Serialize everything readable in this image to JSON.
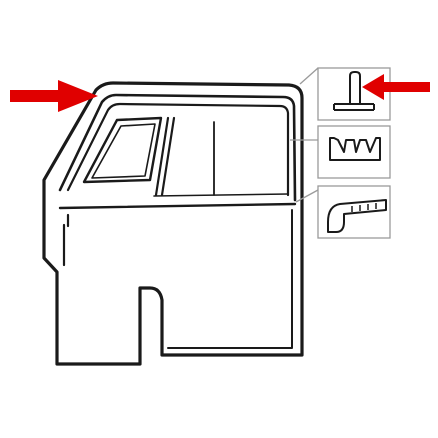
{
  "diagram": {
    "subject": "door-weatherstrip-diagram",
    "colors": {
      "line": "#1a1a1a",
      "inset_border": "#9a9a9a",
      "inset_fill": "#ffffff",
      "pointer": "#e00000",
      "background": "#ffffff"
    },
    "insets": [
      {
        "name": "t-profile-seal"
      },
      {
        "name": "u-channel-seal"
      },
      {
        "name": "belt-line-seal"
      }
    ],
    "pointers": [
      {
        "name": "upper-frame-pointer"
      },
      {
        "name": "t-profile-pointer"
      }
    ]
  }
}
